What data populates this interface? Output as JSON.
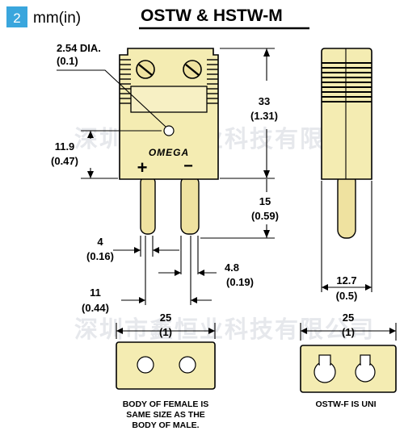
{
  "header": {
    "badge_number": "2",
    "unit_label": "mm(in)",
    "title": "OSTW & HSTW-M"
  },
  "watermark": {
    "text": "深圳市鑫恒业科技有限公司"
  },
  "front_view": {
    "logo_text": "OMEGA",
    "plus_symbol": "+",
    "minus_symbol": "−"
  },
  "dimensions": {
    "hole_dia": {
      "value": "2.54 DIA.",
      "inch": "(0.1)"
    },
    "body_height": {
      "value": "33",
      "inch": "(1.31)"
    },
    "hole_height": {
      "value": "11.9",
      "inch": "(0.47)"
    },
    "pin_length": {
      "value": "15",
      "inch": "(0.59)"
    },
    "pin_width": {
      "value": "4",
      "inch": "(0.16)"
    },
    "pin_gap": {
      "value": "4.8",
      "inch": "(0.19)"
    },
    "pin_spacing": {
      "value": "11",
      "inch": "(0.44)"
    },
    "side_width": {
      "value": "12.7",
      "inch": "(0.5)"
    },
    "female_width": {
      "value": "25",
      "inch": "(1)"
    },
    "uni_width": {
      "value": "25",
      "inch": "(1)"
    }
  },
  "notes": {
    "female_line1": "BODY OF FEMALE IS",
    "female_line2": "SAME SIZE AS THE",
    "female_line3": "BODY OF MALE.",
    "uni": "OSTW-F IS UNI"
  },
  "colors": {
    "body_fill": "#f4ecb2",
    "badge_fill": "#3aa6dd",
    "outline": "#000000"
  }
}
